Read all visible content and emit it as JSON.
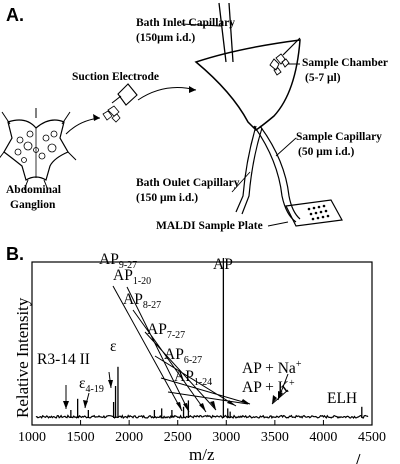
{
  "panel_a": {
    "label": "A.",
    "labels": {
      "bath_inlet": "Bath Inlet Capillary",
      "bath_inlet_dim": "(150μm i.d.)",
      "suction_electrode": "Suction Electrode",
      "sample_chamber": "Sample Chamber",
      "sample_chamber_vol": "(5-7 μl)",
      "sample_capillary": "Sample Capillary",
      "sample_capillary_dim": "(50 μm i.d.)",
      "abdominal": "Abdominal",
      "ganglion": "Ganglion",
      "bath_outlet": "Bath Oulet Capillary",
      "bath_outlet_dim": "(150 μm i.d.)",
      "maldi_plate": "MALDI Sample Plate"
    }
  },
  "panel_b": {
    "label": "B.",
    "peaks": {
      "ap_9_27": {
        "base": "AP",
        "sub": "9-27"
      },
      "ap_1_20": {
        "base": "AP",
        "sub": "1-20"
      },
      "ap_8_27": {
        "base": "AP",
        "sub": "8-27"
      },
      "ap_7_27": {
        "base": "AP",
        "sub": "7-27"
      },
      "ap_6_27": {
        "base": "AP",
        "sub": "6-27"
      },
      "ap_1_24": {
        "base": "AP",
        "sub": "1-24"
      },
      "ap": "AP",
      "epsilon": "ε",
      "epsilon_4_19": {
        "base": "ε",
        "sub": "4-19"
      },
      "r3_14": "R3-14 II",
      "ap_na": {
        "base": "AP + Na",
        "sup": "+"
      },
      "ap_k": {
        "base": "AP + K",
        "sup": "+"
      },
      "elh": "ELH"
    }
  },
  "chart_data": {
    "type": "line",
    "xlabel": "m/z",
    "ylabel": "Relative Intensity",
    "xlim": [
      1000,
      4500
    ],
    "xticks": [
      1000,
      1500,
      2000,
      2500,
      3000,
      3500,
      4000,
      4500
    ],
    "series": [
      {
        "peaks": [
          {
            "x": 1400,
            "y": 0.05
          },
          {
            "x": 1470,
            "y": 0.12
          },
          {
            "x": 1580,
            "y": 0.05
          },
          {
            "x": 1840,
            "y": 0.1
          },
          {
            "x": 1860,
            "y": 0.2
          },
          {
            "x": 1885,
            "y": 0.32
          },
          {
            "x": 2260,
            "y": 0.05
          },
          {
            "x": 2335,
            "y": 0.06
          },
          {
            "x": 2440,
            "y": 0.05
          },
          {
            "x": 2560,
            "y": 0.07
          },
          {
            "x": 2610,
            "y": 0.11
          },
          {
            "x": 2970,
            "y": 1.0
          },
          {
            "x": 3015,
            "y": 0.06
          },
          {
            "x": 3040,
            "y": 0.04
          },
          {
            "x": 4395,
            "y": 0.07
          }
        ]
      }
    ]
  }
}
